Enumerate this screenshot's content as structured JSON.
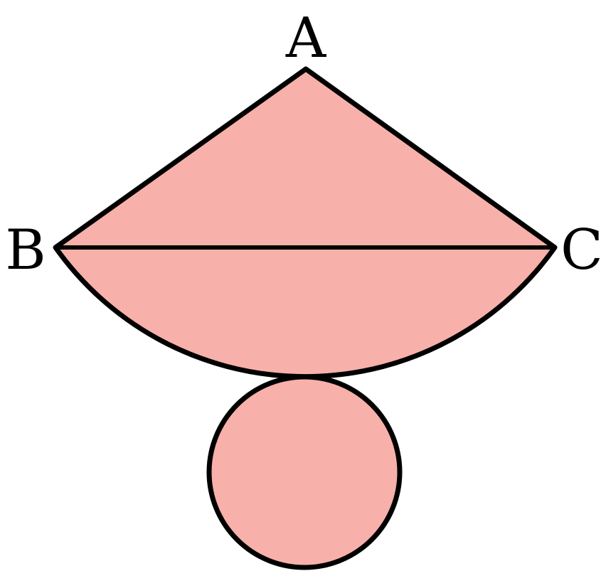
{
  "diagram": {
    "fill_color": "#f7b1aa",
    "stroke_color": "#000000",
    "vertices": {
      "a": "A",
      "b": "B",
      "c": "C"
    }
  }
}
